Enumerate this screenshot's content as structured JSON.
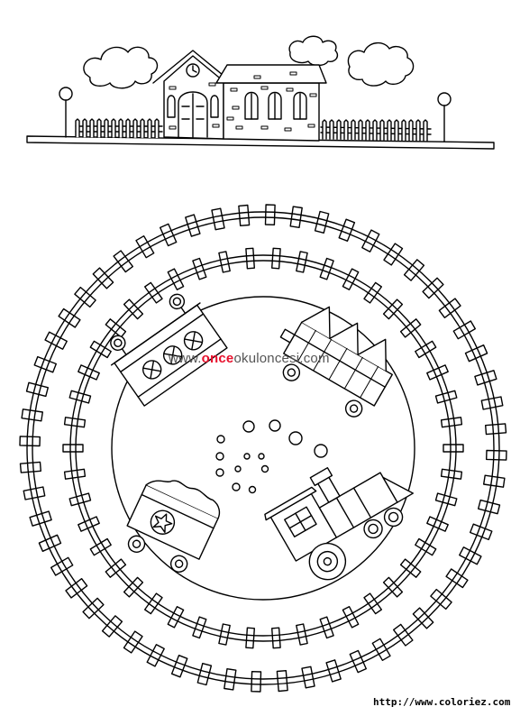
{
  "page": {
    "subject": "train coloring page",
    "ink_color": "#000000",
    "paper_color": "#ffffff"
  },
  "watermark": {
    "prefix": "www.",
    "highlight": "once",
    "suffix": "okuloncesi.com",
    "highlight_color": "#e8112d",
    "text_color": "#555555"
  },
  "credit": {
    "text": "http://www.coloriez.com"
  }
}
